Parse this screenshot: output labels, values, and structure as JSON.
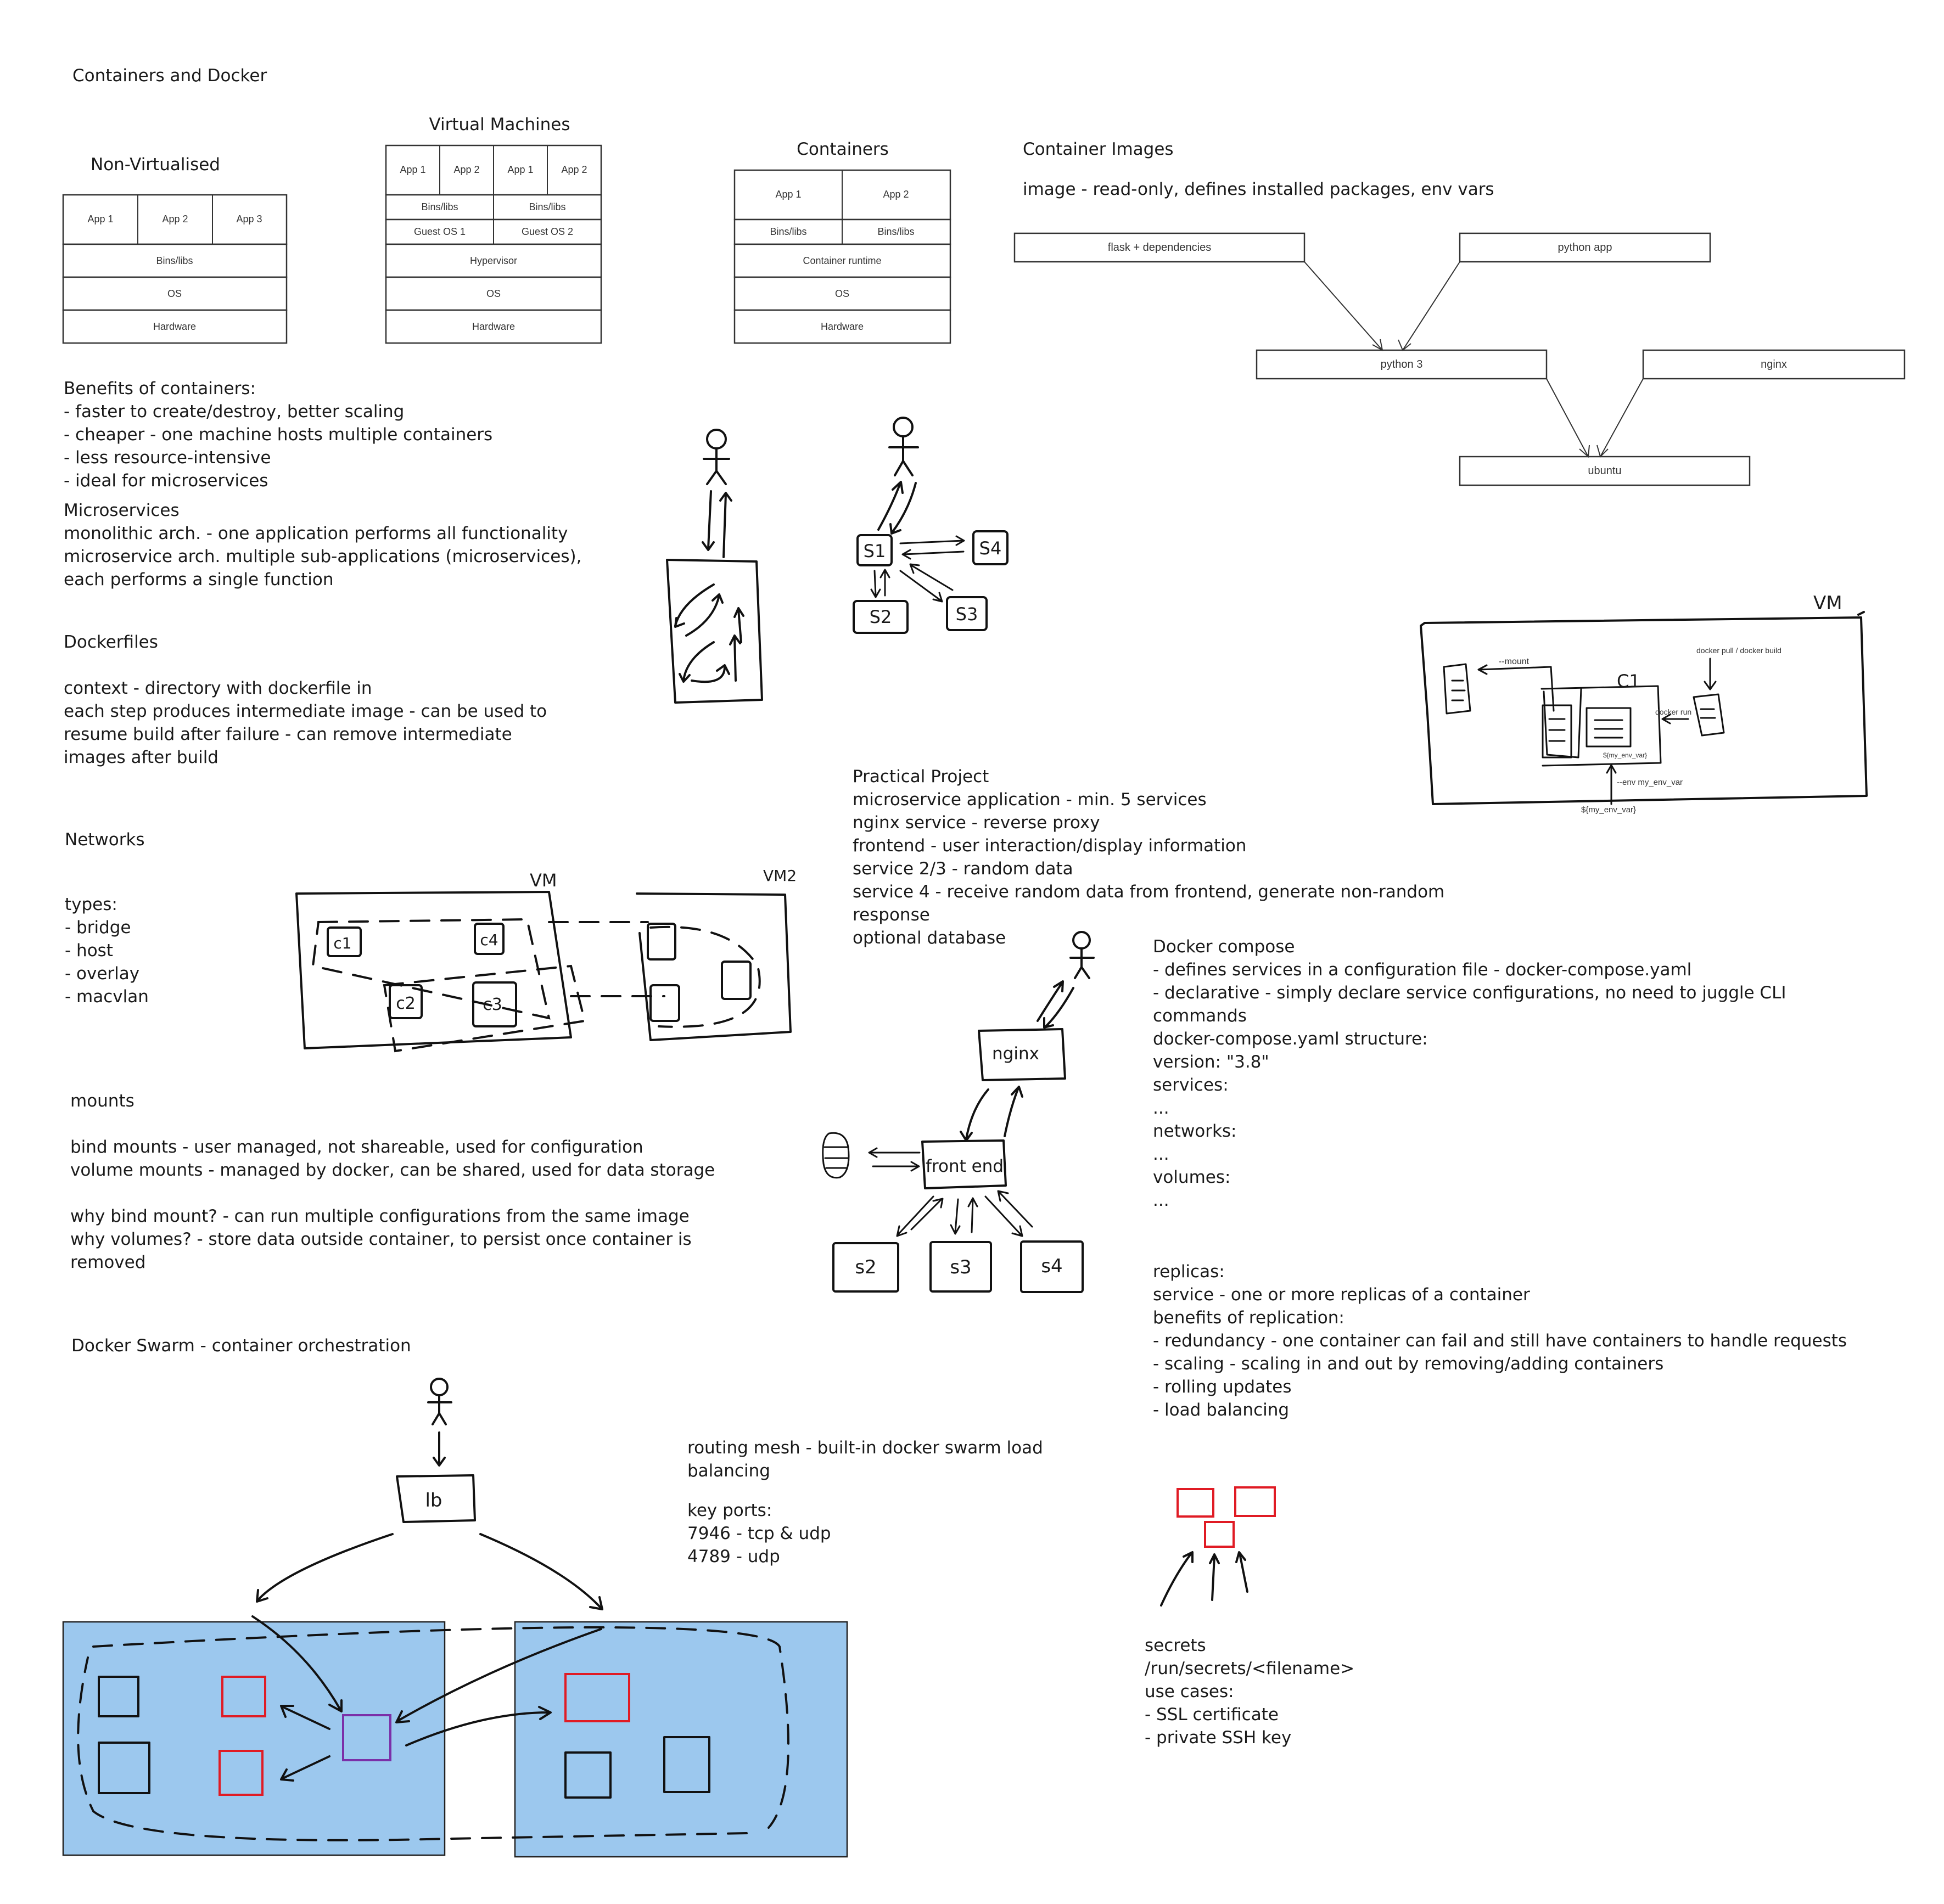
{
  "title": "Containers and Docker",
  "arch": {
    "nonvirt": {
      "heading": "Non-Virtualised",
      "apps": [
        "App 1",
        "App 2",
        "App 3"
      ],
      "layers": [
        "Bins/libs",
        "OS",
        "Hardware"
      ]
    },
    "vm": {
      "heading": "Virtual Machines",
      "apps": [
        "App 1",
        "App 2",
        "App 1",
        "App 2"
      ],
      "bins": [
        "Bins/libs",
        "Bins/libs"
      ],
      "guests": [
        "Guest OS 1",
        "Guest OS 2"
      ],
      "layers": [
        "Hypervisor",
        "OS",
        "Hardware"
      ]
    },
    "containers": {
      "heading": "Containers",
      "apps": [
        "App 1",
        "App 2"
      ],
      "bins": [
        "Bins/libs",
        "Bins/libs"
      ],
      "layers": [
        "Container runtime",
        "OS",
        "Hardware"
      ]
    }
  },
  "images": {
    "heading": "Container Images",
    "desc": "image - read-only, defines installed packages, env vars",
    "nodes": [
      "flask + dependencies",
      "python app",
      "python 3",
      "nginx",
      "ubuntu"
    ]
  },
  "benefits": [
    "Benefits of containers:",
    "- faster to create/destroy, better scaling",
    "- cheaper - one machine hosts multiple containers",
    "- less resource-intensive",
    "- ideal for microservices"
  ],
  "microservices": [
    "Microservices",
    "monolithic arch. - one application performs all functionality",
    "microservice arch. multiple sub-applications (microservices),",
    "each performs a single function"
  ],
  "micro_diagram": {
    "labels": [
      "S1",
      "S4",
      "S2",
      "S3"
    ]
  },
  "dockerfiles": [
    "Dockerfiles",
    "",
    "context - directory with dockerfile in",
    "each step produces intermediate image - can be used to",
    "resume build after failure - can remove intermediate",
    "images after build"
  ],
  "vm_diagram": {
    "label": "VM",
    "container": "C1",
    "mount": "--mount",
    "build": "docker pull / docker build",
    "run": "docker run",
    "env_in": "${my_env_var}",
    "env_flag": "--env my_env_var",
    "env_out": "${my_env_var}"
  },
  "practical": [
    "Practical Project",
    "microservice application - min. 5 services",
    "nginx service - reverse proxy",
    "frontend - user interaction/display information",
    "service 2/3 - random data",
    "service 4 - receive random data from frontend, generate non-random",
    "response",
    "optional database"
  ],
  "networks": [
    "Networks",
    "",
    "types:",
    "- bridge",
    "- host",
    "- overlay",
    "- macvlan"
  ],
  "net_diagram": {
    "vm1": "VM",
    "vm2": "VM2",
    "containers": [
      "c1",
      "c4",
      "c2",
      "c3"
    ]
  },
  "compose": [
    "Docker compose",
    "- defines services in a configuration file - docker-compose.yaml",
    "- declarative - simply declare service configurations, no need to juggle CLI",
    "commands",
    "docker-compose.yaml structure:",
    "version: \"3.8\"",
    "services:",
    "   ...",
    "networks:",
    "   ...",
    "volumes:",
    "   ..."
  ],
  "project_diagram": {
    "nodes": [
      "nginx",
      "front end",
      "s2",
      "s3",
      "s4"
    ]
  },
  "mounts": [
    "mounts",
    "",
    "bind mounts - user managed, not shareable, used for configuration",
    "volume mounts - managed by docker, can be shared, used for data storage",
    "",
    "why bind mount? - can run multiple configurations from the same image",
    "why volumes? - store data outside container, to persist once container is",
    "removed"
  ],
  "replicas": [
    "replicas:",
    "service - one or more replicas of a container",
    "benefits of replication:",
    "- redundancy - one container can fail and still have containers to handle requests",
    "- scaling - scaling in and out by removing/adding containers",
    "- rolling updates",
    "- load balancing"
  ],
  "swarm": {
    "heading": "Docker Swarm - container orchestration",
    "lb": "lb"
  },
  "routing": [
    "routing mesh - built-in docker swarm load",
    "balancing",
    "",
    "key ports:",
    "7946 - tcp & udp",
    "4789 - udp"
  ],
  "secrets": [
    "secrets",
    "/run/secrets/<filename>",
    "use cases:",
    "- SSL certificate",
    "- private SSH key"
  ],
  "colors": {
    "swarm_node": "#9cc8ee",
    "replica": "#e01b24",
    "lb_target": "#7b2fa8"
  }
}
